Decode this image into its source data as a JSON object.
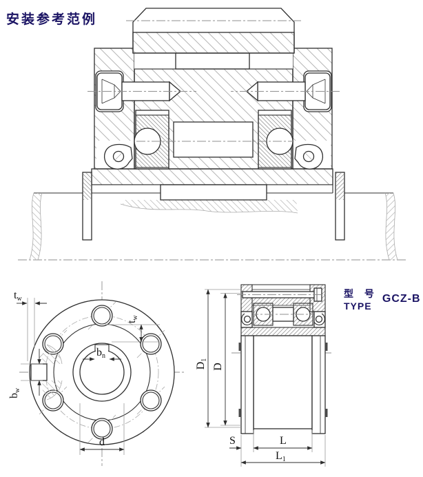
{
  "title": "安装参考范例",
  "type_block": {
    "label_cn": "型 号",
    "label_en": "TYPE",
    "value": "GCZ-B"
  },
  "colors": {
    "accent_navy": "#1b1464",
    "drawing_line": "#2e2e2e",
    "hatch_gray": "#b6b6b6",
    "centerline_gray": "#8f8f8f",
    "background": "#ffffff"
  },
  "views": {
    "assembly": {
      "name": "installation-example-cross-section"
    },
    "front_view": {
      "labels": {
        "tw_top": {
          "base": "t",
          "sub": "w"
        },
        "tw_inner": {
          "base": "t",
          "sub": "w"
        },
        "bn": {
          "base": "b",
          "sub": "n"
        },
        "bw": {
          "base": "b",
          "sub": "w"
        },
        "d": {
          "base": "d",
          "sub": ""
        }
      }
    },
    "side_view": {
      "labels": {
        "D1": {
          "base": "D",
          "sub": "1"
        },
        "D": {
          "base": "D",
          "sub": ""
        },
        "S": {
          "base": "S",
          "sub": ""
        },
        "L": {
          "base": "L",
          "sub": ""
        },
        "L1": {
          "base": "L",
          "sub": "1"
        }
      }
    }
  }
}
